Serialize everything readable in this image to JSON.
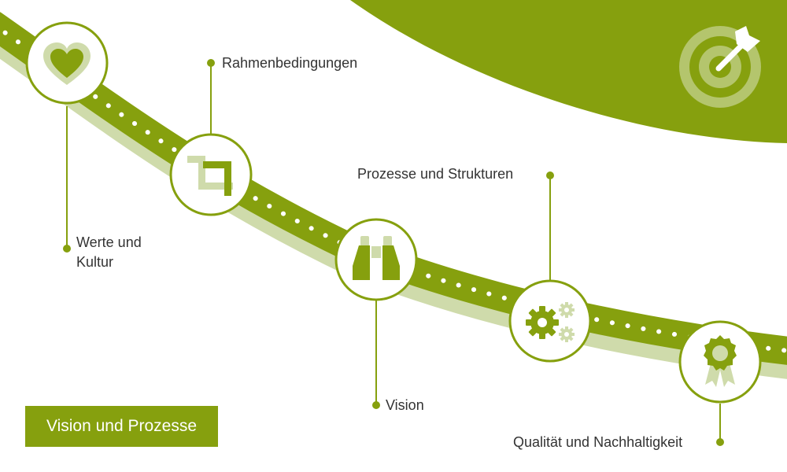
{
  "diagram": {
    "steps": [
      {
        "label": "Werte und Kultur",
        "icon": "heart-icon"
      },
      {
        "label": "Rahmenbedingungen",
        "icon": "crop-icon"
      },
      {
        "label": "Vision",
        "icon": "binoculars-icon"
      },
      {
        "label": "Prozesse und Strukturen",
        "icon": "gears-icon"
      },
      {
        "label": "Qualität und Nachhaltigkeit",
        "icon": "award-ribbon-icon"
      }
    ],
    "goal_icon": "target-arrow-icon",
    "badge": "Vision und Prozesse"
  },
  "colors": {
    "primary": "#86a00e",
    "light": "#cfdbab",
    "text": "#333333",
    "background": "#ffffff"
  }
}
